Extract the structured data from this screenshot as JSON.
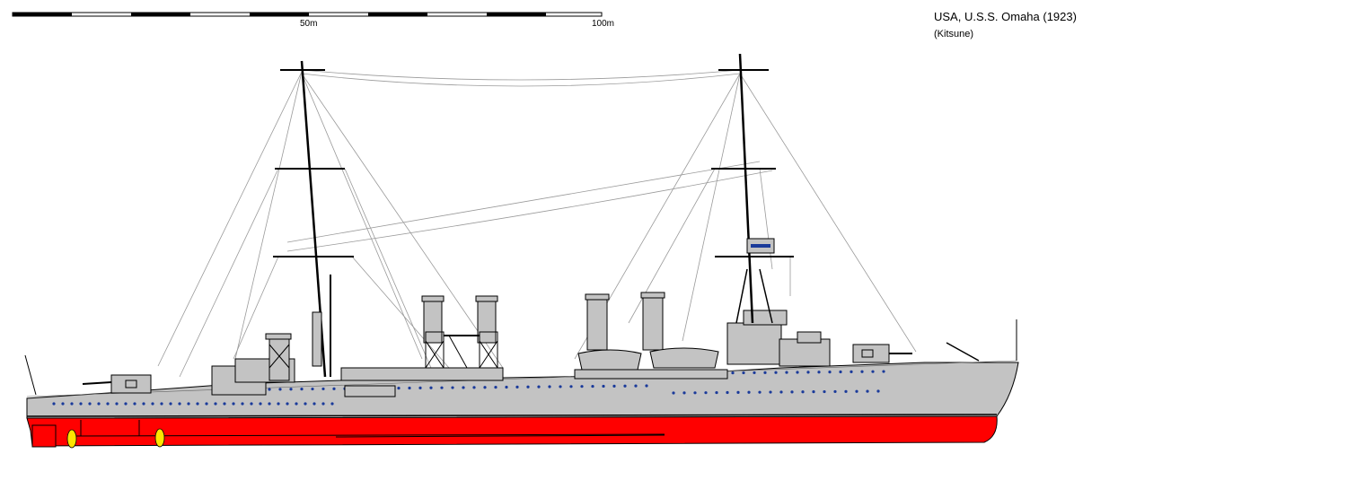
{
  "title": "USA,  U.S.S. Omaha (1923)",
  "author": "(Kitsune)",
  "scale": {
    "mid_label": "50m",
    "end_label": "100m"
  },
  "colors": {
    "hull_grey": "#c3c3c3",
    "waterline_red": "#ff0000",
    "propeller_yellow": "#ffe400",
    "porthole_blue": "#1a3a9a",
    "outline": "#000000",
    "rigging": "#9a9a9a"
  }
}
